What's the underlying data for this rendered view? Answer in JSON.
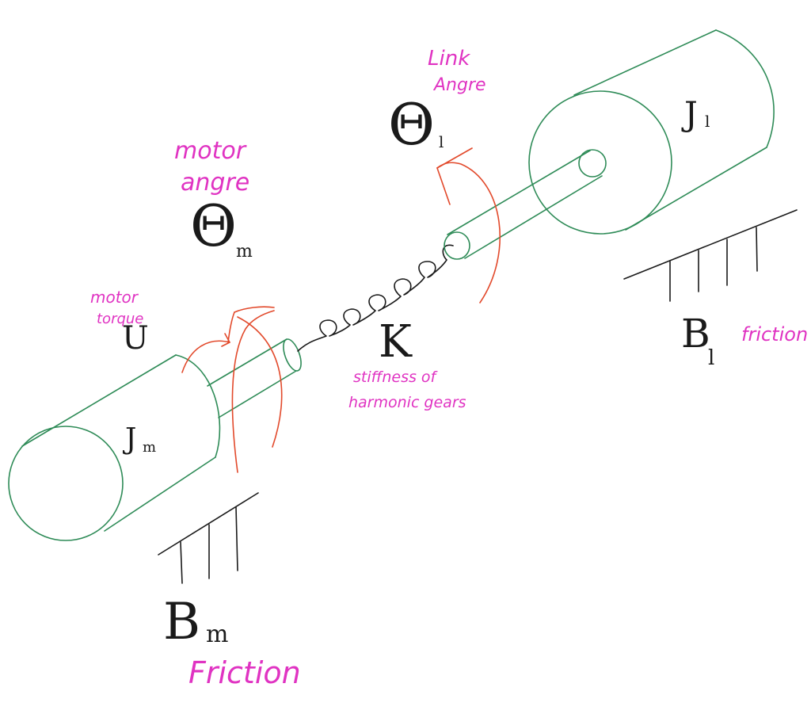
{
  "labels": {
    "motor_angle_line1": "motor",
    "motor_angle_line2": "angre",
    "theta_m": "Θ",
    "theta_m_sub": "m",
    "link_angle_line1": "Link",
    "link_angle_line2": "Angre",
    "theta_l": "Θ",
    "theta_l_sub": "l",
    "motor_torque_line1": "motor",
    "motor_torque_line2": "torque",
    "torque_symbol": "U",
    "jm": "J",
    "jm_sub": "m",
    "jl": "J",
    "jl_sub": "l",
    "k": "K",
    "stiffness_line1": "stiffness of",
    "stiffness_line2": "harmonic gears",
    "bm": "B",
    "bm_sub": "m",
    "bm_caption": "Friction",
    "bl": "B",
    "bl_sub": "l",
    "bl_caption": "friction"
  },
  "colors": {
    "body": "#2e8b57",
    "arrow": "#e2492b",
    "annotation": "#e033c2",
    "ink": "#1a1a1a"
  }
}
